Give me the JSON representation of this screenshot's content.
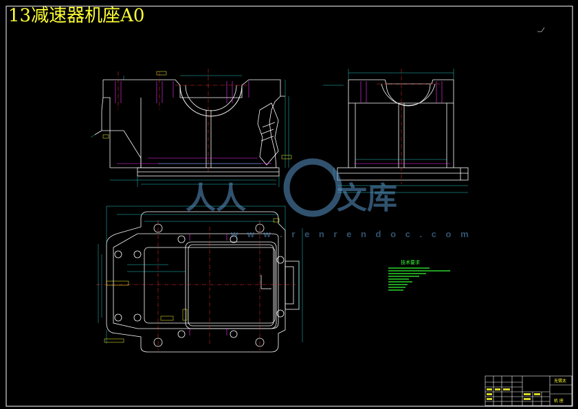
{
  "title": "13减速器机座A0",
  "watermark": {
    "left": "人人",
    "right": "文库",
    "url": "w w w . r e n r e n d o c . c o m"
  },
  "tech_requirements": {
    "title": "技术要求"
  },
  "title_block": {
    "company": "无锡太",
    "part_name": "机 座"
  },
  "colors": {
    "background": "#000000",
    "outline": "#ffffff",
    "centerline": "#ff3333",
    "hidden": "#ff33ff",
    "dimension": "#33ffff",
    "text": "#ffff33",
    "note": "#33ff33"
  }
}
